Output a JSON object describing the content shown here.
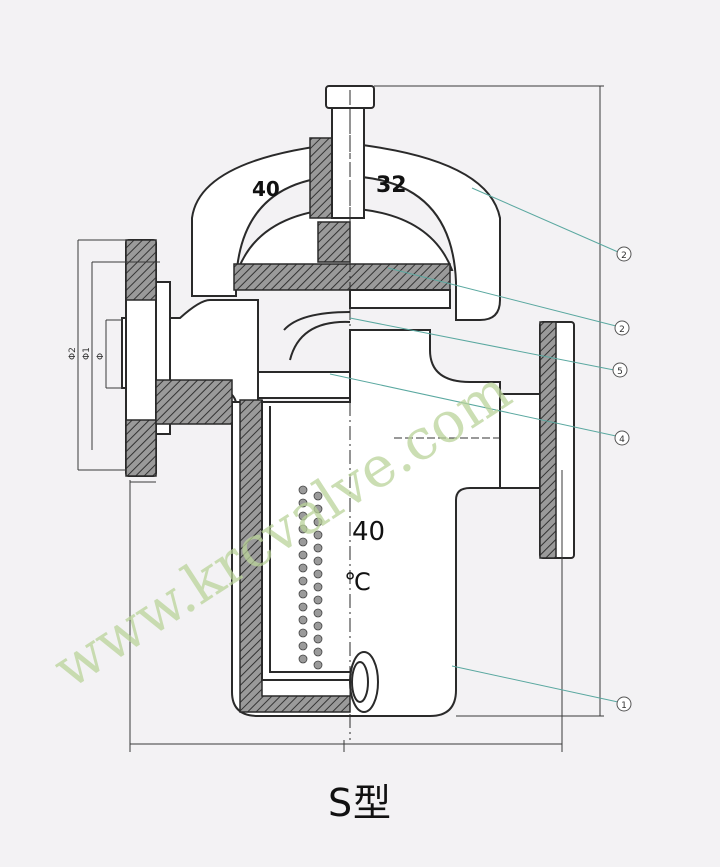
{
  "caption": "S型",
  "watermark": "www.krcvalve.com",
  "labels": {
    "bonnet_left": "40",
    "bonnet_right": "32",
    "body_size": "40",
    "body_unit": "℃"
  },
  "dims": {
    "d2": "Φ2",
    "d1": "Φ1",
    "d0": "Φ"
  },
  "callouts": [
    "2",
    "2",
    "5",
    "4",
    "1"
  ],
  "colors": {
    "line": "#2a2a2a",
    "body_fill": "#ffffff",
    "hatch_fill": "#7a7a7a",
    "guide": "#5aa8a0",
    "watermark": "#b9d39a"
  }
}
